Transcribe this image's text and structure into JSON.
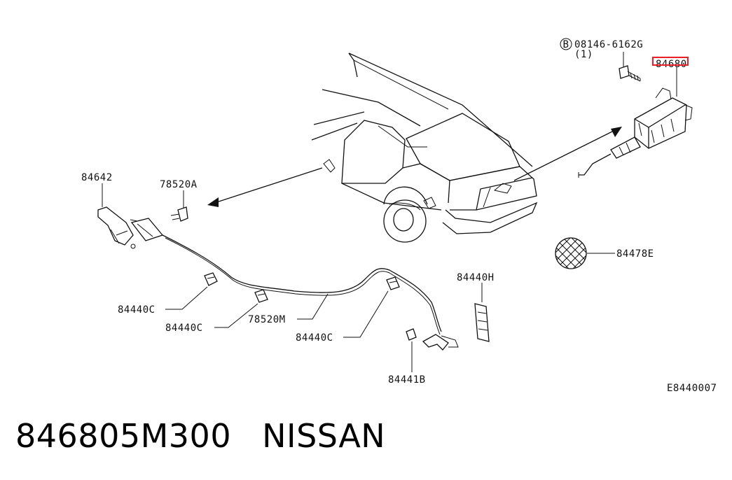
{
  "labels": {
    "bolt_spec": "08146-6162G",
    "bolt_marker": "B",
    "bolt_qty": "(1)",
    "opener_unit": "84680",
    "handle": "84642",
    "clip_upper": "78520A",
    "cable_clip_1": "84440C",
    "cable_clip_2": "84440C",
    "cable_clip_3": "84440C",
    "cable": "78520M",
    "pad": "84440H",
    "grommet": "84441B",
    "plug": "84478E",
    "figure_code": "E8440007"
  },
  "caption": {
    "part_number": "846805M300",
    "brand": "NISSAN"
  },
  "colors": {
    "highlight": "#e8202a",
    "line": "#111111",
    "background": "#ffffff"
  }
}
